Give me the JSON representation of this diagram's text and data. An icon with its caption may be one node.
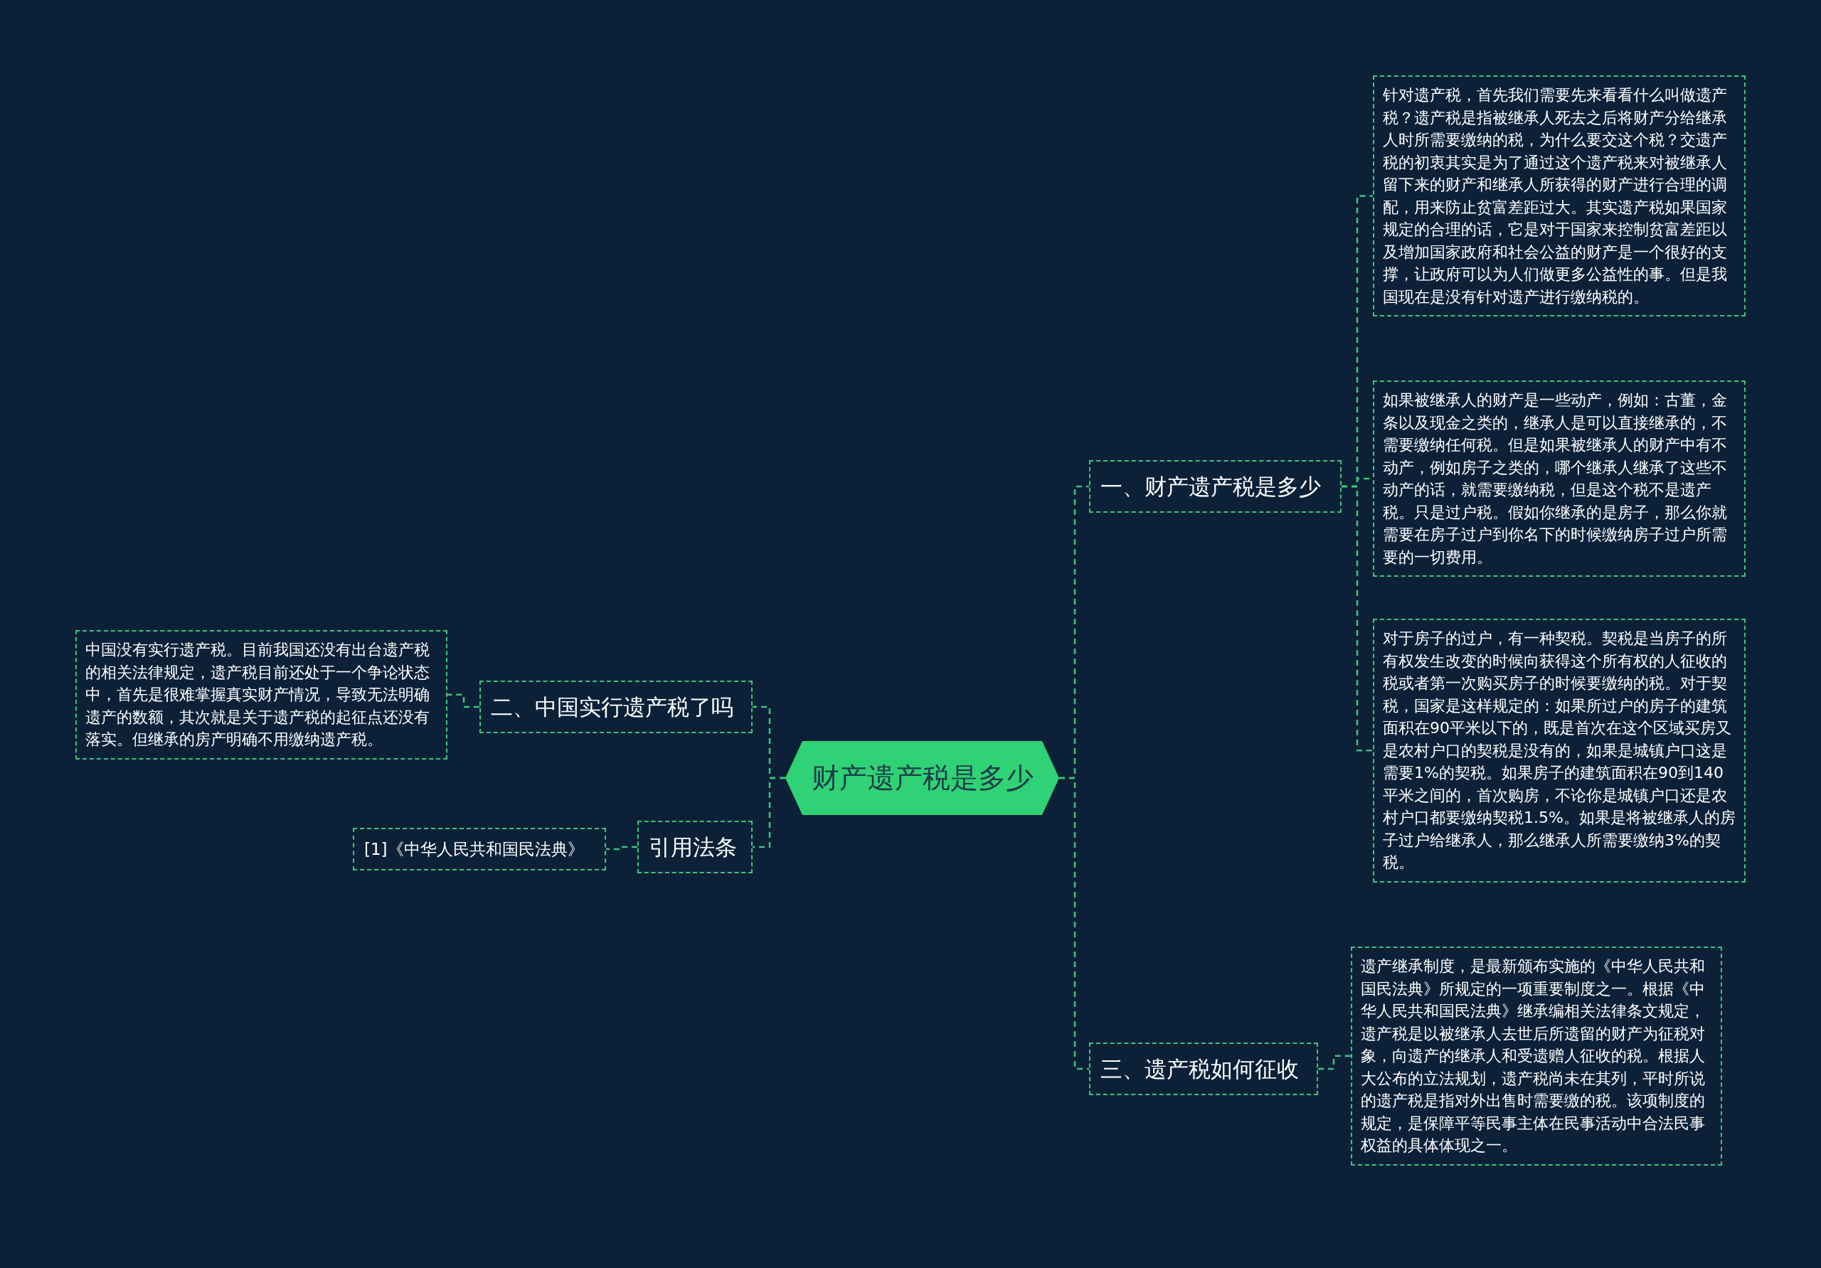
{
  "diagram": {
    "nodes": [
      {
        "text": [
          "财产遗产税是多少"
        ]
      },
      {
        "text": [
          "一、财产遗产税是多少"
        ]
      },
      {
        "text": [
          "针对遗产税，首先我们需要先来看看什么叫做遗产税？遗产税是指被继承人死去之后将财产分给继承人时所需要缴纳的税，为什么要交这个税？交遗产税的初衷其实是为了通过这个遗产税来对被继承人留下来的财产和继承人所获得的财产进行合理的调配，用来防止贫富差距过大。其实遗产税如果国家规定的合理的话，它是对于国家来控制贫富差距以及增加国家政府和社会公益的财产是一个很好的支撑，让政府可以为人们做更多公益性的事。但是我国现在是没有针对遗产进行缴纳税的。"
        ]
      },
      {
        "text": [
          "如果被继承人的财产是一些动产，例如：古董，金条以及现金之类的，继承人是可以直接继承的，不需要缴纳任何税。但是如果被继承人的财产中有不动产，例如房子之类的，哪个继承人继承了这些不动产的话，就需要缴纳税，但是这个税不是遗产税。只是过户税。假如你继承的是房子，那么你就需要在房子过户到你名下的时候缴纳房子过户所需要的一切费用。"
        ]
      },
      {
        "text": [
          "对于房子的过户，有一种契税。契税是当房子的所有权发生改变的时候向获得这个所有权的人征收的税或者第一次购买房子的时候要缴纳的税。对于契税，国家是这样规定的：如果所过户的房子的建筑面积在90平米以下的，既是首次在这个区域买房又是农村户口的契税是没有的，如果是城镇户口这是需要1%的契税。如果房子的建筑面积在90到140平米之间的，首次购房，不论你是城镇户口还是农村户口都要缴纳契税1.5%。如果是将被继承人的房子过户给继承人，那么继承人所需要缴纳3%的契税。"
        ]
      },
      {
        "text": [
          "三、遗产税如何征收"
        ]
      },
      {
        "text": [
          "遗产继承制度，是最新颁布实施的《中华人民共和国民法典》所规定的一项重要制度之一。根据《中华人民共和国民法典》继承编相关法律条文规定，遗产税是以被继承人去世后所遗留的财产为征税对象，向遗产的继承人和受遗赠人征收的税。根据人大公布的立法规划，遗产税尚未在其列，平时所说的遗产税是指对外出售时需要缴的税。该项制度的规定，是保障平等民事主体在民事活动中合法民事权益的具体体现之一。"
        ]
      },
      {
        "text": [
          "二、中国实行遗产税了吗"
        ]
      },
      {
        "text": [
          "中国没有实行遗产税。目前我国还没有出台遗产税的相关法律规定，遗产税目前还处于一个争论状态中，首先是很难掌握真实财产情况，导致无法明确遗产的数额，其次就是关于遗产税的起征点还没有落实。但继承的房产明确不用缴纳遗产税。"
        ]
      },
      {
        "text": [
          "引用法条"
        ]
      },
      {
        "text": [
          "[1]《中华人民共和国民法典》"
        ]
      }
    ],
    "edges": [
      {
        "from": 0,
        "to": 1,
        "arrow": "none"
      },
      {
        "from": 1,
        "to": 2,
        "arrow": "none"
      },
      {
        "from": 1,
        "to": 3,
        "arrow": "none"
      },
      {
        "from": 1,
        "to": 4,
        "arrow": "none"
      },
      {
        "from": 0,
        "to": 5,
        "arrow": "none"
      },
      {
        "from": 5,
        "to": 6,
        "arrow": "none"
      },
      {
        "from": 0,
        "to": 7,
        "arrow": "none"
      },
      {
        "from": 7,
        "to": 8,
        "arrow": "none"
      },
      {
        "from": 0,
        "to": 9,
        "arrow": "none"
      },
      {
        "from": 9,
        "to": 10,
        "arrow": "none"
      }
    ]
  }
}
